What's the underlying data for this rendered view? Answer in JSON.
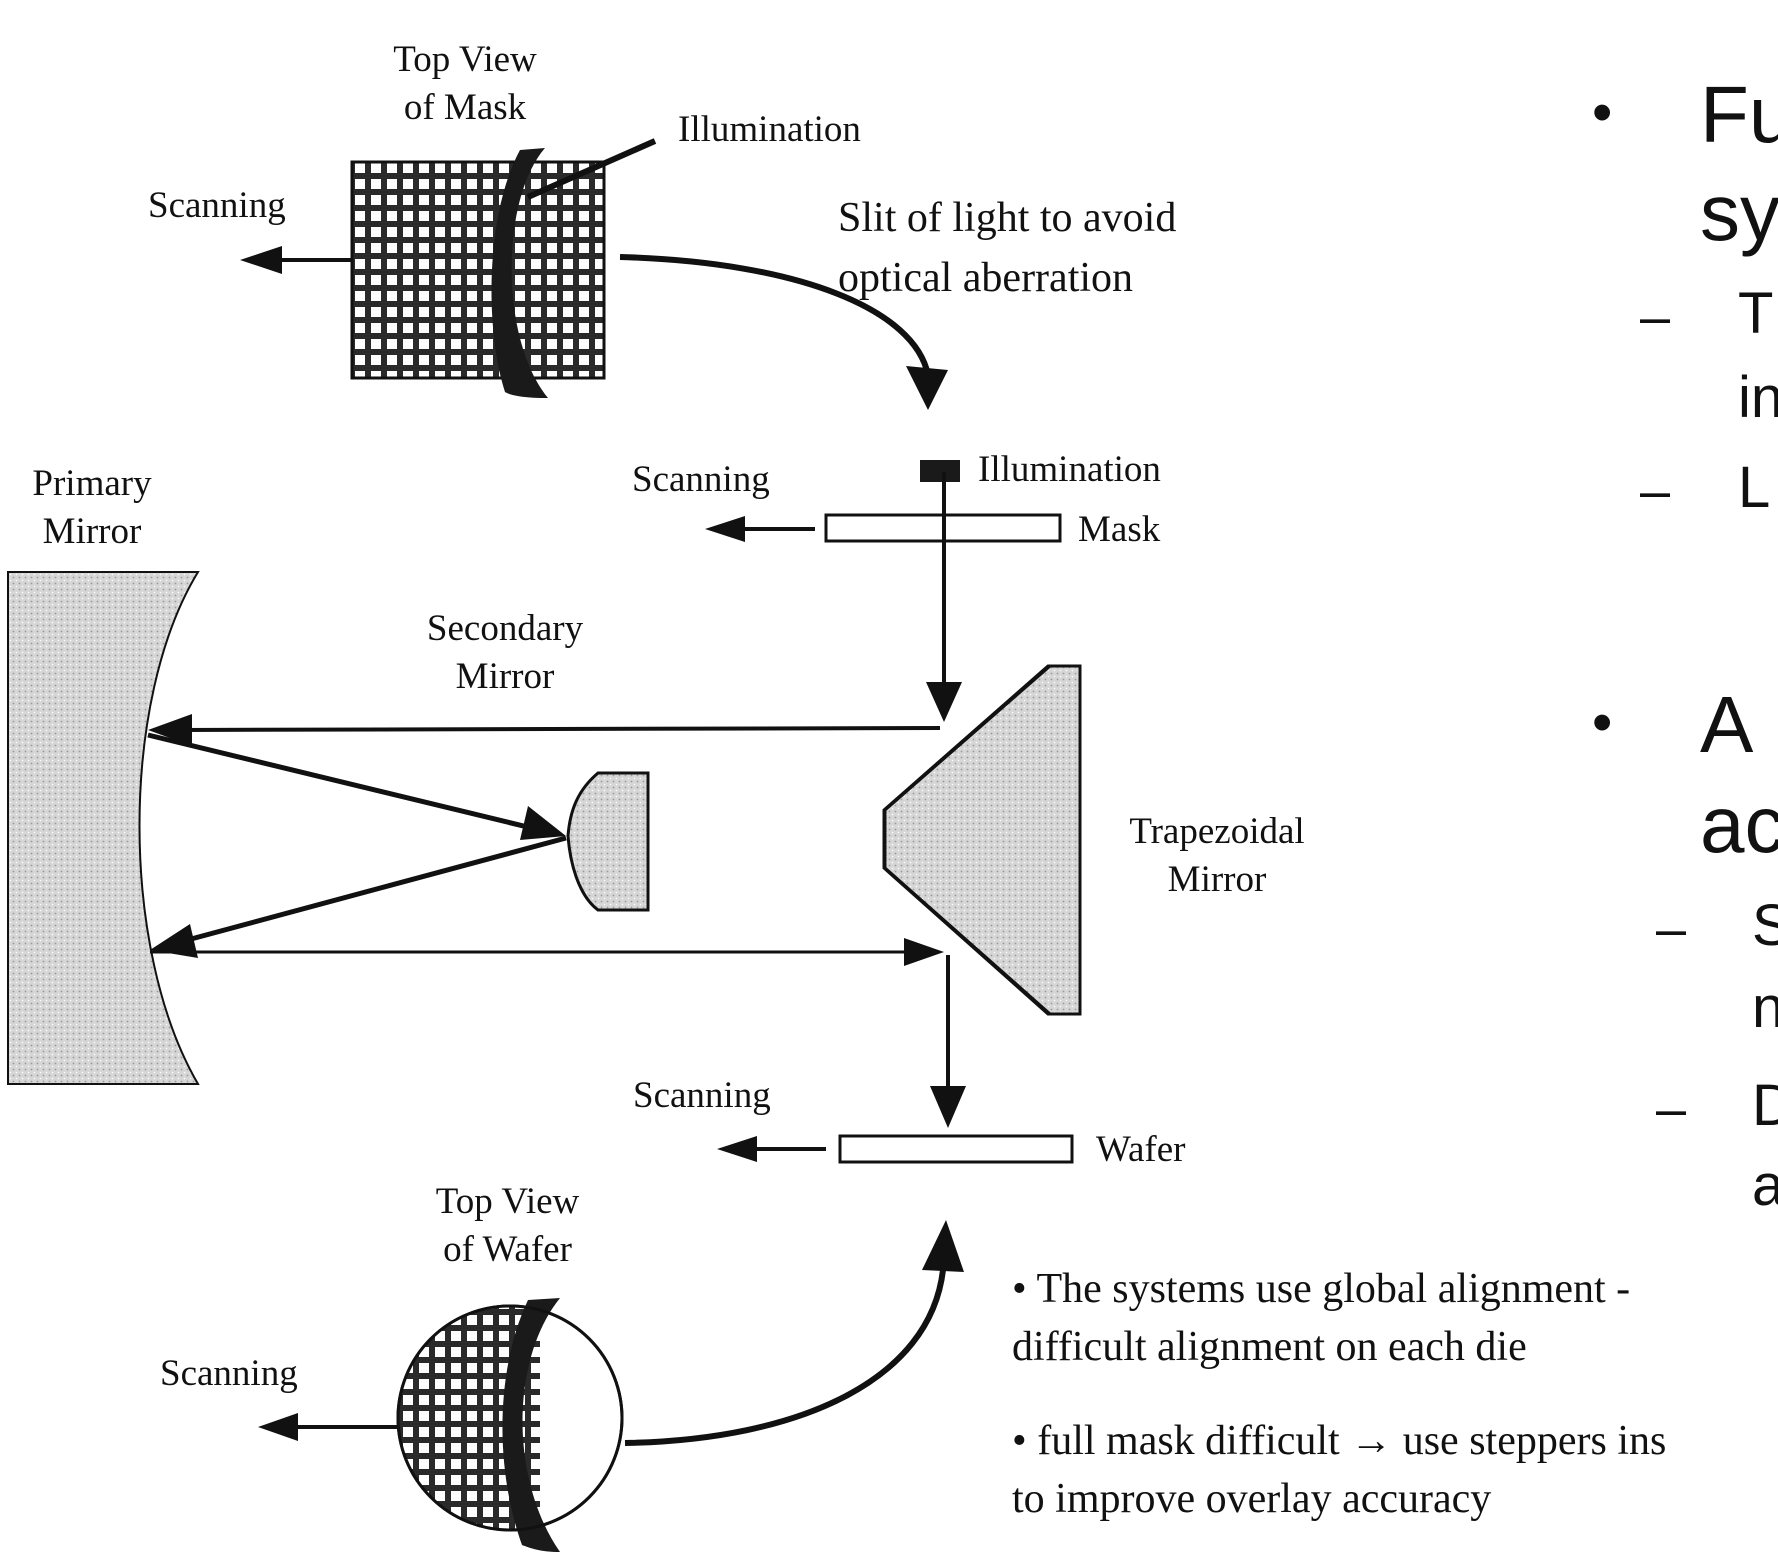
{
  "diagram": {
    "labels": {
      "top_view_mask": "Top View\nof Mask",
      "illumination_top": "Illumination",
      "scanning_mask_view": "Scanning",
      "slit_note": "Slit of light to avoid\noptical aberration",
      "primary_mirror": "Primary\nMirror",
      "scanning_mask": "Scanning",
      "illumination_mid": "Illumination",
      "mask": "Mask",
      "secondary_mirror": "Secondary\nMirror",
      "trapezoidal_mirror": "Trapezoidal\nMirror",
      "scanning_wafer": "Scanning",
      "wafer": "Wafer",
      "top_view_wafer": "Top View\nof Wafer",
      "scanning_wafer_view": "Scanning"
    },
    "colors": {
      "mirror_fill": "#d4d4d4",
      "line": "#111111",
      "grid": "#222222",
      "slit": "#1a1a1a"
    }
  },
  "notes": {
    "global_alignment": "• The systems use global  alignment -\ndifficult alignment on each die",
    "full_mask": "• full mask difficult → use steppers ins\nto improve overlay accuracy"
  },
  "bullets": {
    "b1_line1": "Fu",
    "b1_line2": "sy",
    "b1_sub1_line1": "T",
    "b1_sub1_line2": "in",
    "b1_sub2": "L",
    "b2_line1": "A",
    "b2_line2": "ac",
    "b2_sub1_line1": "S",
    "b2_sub1_line2": "n",
    "b2_sub2_line1": "D",
    "b2_sub2_line2": "a",
    "bullet_symbol": "•",
    "dash_symbol": "–"
  }
}
